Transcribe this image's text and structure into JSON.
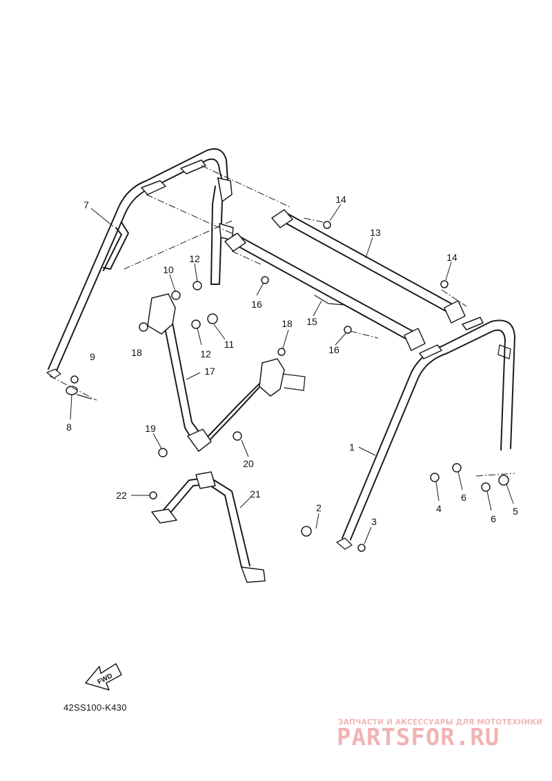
{
  "diagram": {
    "drawing_code": "42SS100-K430",
    "fwd_label": "FWD",
    "watermark": {
      "subtitle": "ЗАПЧАСТИ И АКСЕССУАРЫ ДЛЯ МОТОТЕХНИКИ",
      "brand": "PARTSFOR.RU"
    },
    "callouts": [
      {
        "id": "c7",
        "label": "7"
      },
      {
        "id": "c14a",
        "label": "14"
      },
      {
        "id": "c13",
        "label": "13"
      },
      {
        "id": "c14b",
        "label": "14"
      },
      {
        "id": "c10",
        "label": "10"
      },
      {
        "id": "c12a",
        "label": "12"
      },
      {
        "id": "c16a",
        "label": "16"
      },
      {
        "id": "c18a",
        "label": "18"
      },
      {
        "id": "c12b",
        "label": "12"
      },
      {
        "id": "c11",
        "label": "11"
      },
      {
        "id": "c18b",
        "label": "18"
      },
      {
        "id": "c15",
        "label": "15"
      },
      {
        "id": "c16b",
        "label": "16"
      },
      {
        "id": "c9",
        "label": "9"
      },
      {
        "id": "c17",
        "label": "17"
      },
      {
        "id": "c8",
        "label": "8"
      },
      {
        "id": "c19",
        "label": "19"
      },
      {
        "id": "c20",
        "label": "20"
      },
      {
        "id": "c1",
        "label": "1"
      },
      {
        "id": "c4",
        "label": "4"
      },
      {
        "id": "c6a",
        "label": "6"
      },
      {
        "id": "c5",
        "label": "5"
      },
      {
        "id": "c6b",
        "label": "6"
      },
      {
        "id": "c22",
        "label": "22"
      },
      {
        "id": "c21",
        "label": "21"
      },
      {
        "id": "c2",
        "label": "2"
      },
      {
        "id": "c3",
        "label": "3"
      }
    ]
  }
}
